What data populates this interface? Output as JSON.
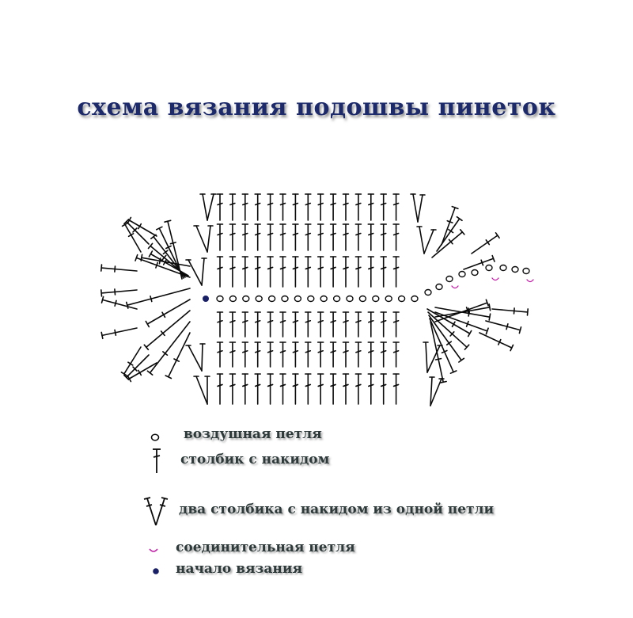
{
  "title": "схема вязания подошвы пинеток",
  "colors": {
    "title": "#1c2a6b",
    "stitch": "#0a0a0a",
    "slip_stitch": "#c21fa8",
    "start": "#1a2066",
    "legend_text": "#2e3a3a"
  },
  "legend": [
    {
      "icon": "chain-stitch-icon",
      "label": "воздушная петля"
    },
    {
      "icon": "double-crochet-icon",
      "label": "столбик с накидом"
    },
    {
      "icon": "two-double-crochet-icon",
      "label": "два столбика с накидом из одной петли"
    },
    {
      "icon": "slip-stitch-icon",
      "label": "соединительная петля"
    },
    {
      "icon": "start-dot-icon",
      "label": "начало вязания"
    }
  ]
}
